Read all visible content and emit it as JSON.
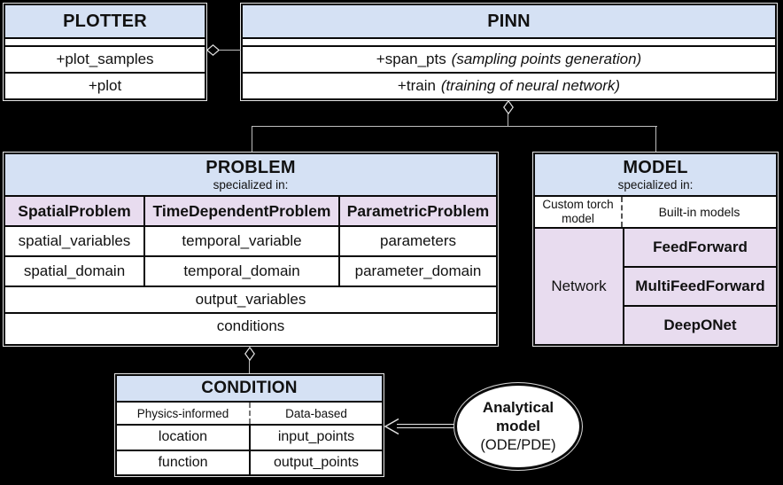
{
  "colors": {
    "background": "#000000",
    "header_blue": "#d5e1f4",
    "lavender": "#e8dcef",
    "line": "#bdbdbd"
  },
  "plotter": {
    "title": "PLOTTER",
    "methods": [
      "+plot_samples",
      "+plot"
    ]
  },
  "pinn": {
    "title": "PINN",
    "methods": [
      {
        "name": "+span_pts",
        "note": "(sampling points generation)"
      },
      {
        "name": "+train",
        "note": "(training of neural network)"
      }
    ]
  },
  "problem": {
    "title": "PROBLEM",
    "subtitle": "specialized in:",
    "columns": [
      {
        "header": "SpatialProblem",
        "attrs": [
          "spatial_variables",
          "spatial_domain"
        ]
      },
      {
        "header": "TimeDependentProblem",
        "attrs": [
          "temporal_variable",
          "temporal_domain"
        ]
      },
      {
        "header": "ParametricProblem",
        "attrs": [
          "parameters",
          "parameter_domain"
        ]
      }
    ],
    "shared_attrs": [
      "output_variables",
      "conditions"
    ]
  },
  "model": {
    "title": "MODEL",
    "subtitle": "specialized in:",
    "custom_header_line1": "Custom torch",
    "custom_header_line2": "model",
    "builtin_header": "Built-in models",
    "custom_cell": "Network",
    "builtin_models": [
      "FeedForward",
      "MultiFeedForward",
      "DeepONet"
    ]
  },
  "condition": {
    "title": "CONDITION",
    "left_header": "Physics-informed",
    "right_header": "Data-based",
    "left_attrs": [
      "location",
      "function"
    ],
    "right_attrs": [
      "input_points",
      "output_points"
    ]
  },
  "analytical_model": {
    "line1": "Analytical",
    "line2": "model",
    "line3": "(ODE/PDE)"
  }
}
